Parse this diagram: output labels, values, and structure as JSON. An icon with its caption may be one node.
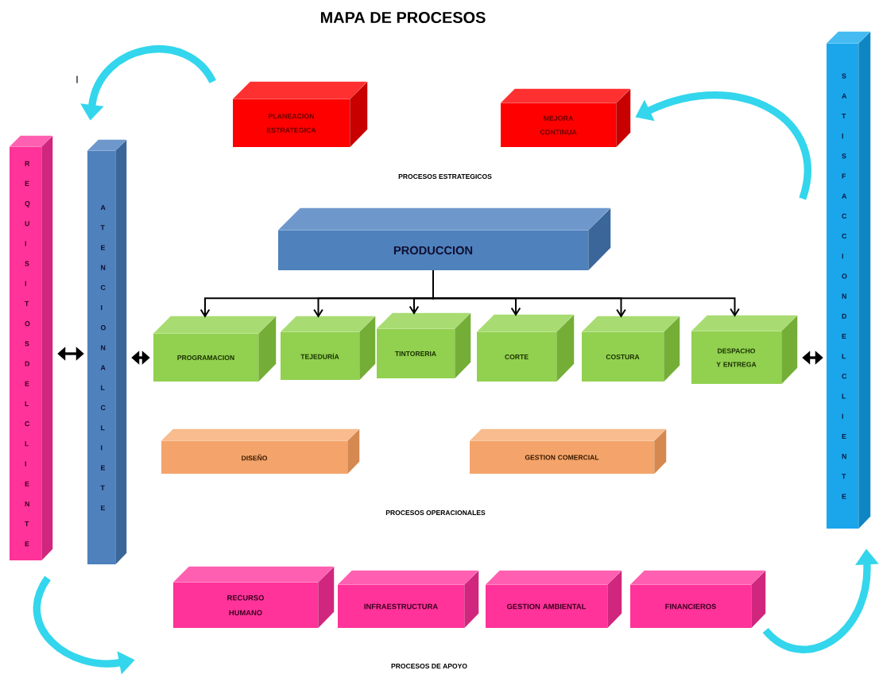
{
  "diagram": {
    "title": "MAPA DE PROCESOS",
    "nodes": [
      {
        "text": [
          "R E Q U I S I T O S D E L C L I E N T E"
        ]
      },
      {
        "text": [
          "A T E N C I O N A L C L I E T E"
        ]
      },
      {
        "text": [
          "PLANEACION ESTRATEGICA"
        ]
      },
      {
        "text": [
          "MEJORA CONTINUA"
        ]
      },
      {
        "text": [
          "S A T I S F A C C I O N D E L C L I E N T E"
        ]
      },
      {
        "text": [
          "PRODUCCION"
        ]
      },
      {
        "text": [
          "PROGRAMACION"
        ]
      },
      {
        "text": [
          "TEJEDURÍA"
        ]
      },
      {
        "text": [
          "TINTORERIA"
        ]
      },
      {
        "text": [
          "CORTE"
        ]
      },
      {
        "text": [
          "COSTURA"
        ]
      },
      {
        "text": [
          "DESPACHO Y ENTREGA"
        ]
      },
      {
        "text": [
          "DISEÑO"
        ]
      },
      {
        "text": [
          "GESTION COMERCIAL"
        ]
      },
      {
        "text": [
          "RECURSO HUMANO"
        ]
      },
      {
        "text": [
          "INFRAESTRUCTURA"
        ]
      },
      {
        "text": [
          "GESTION AMBIENTAL"
        ]
      },
      {
        "text": [
          "FINANCIEROS"
        ]
      }
    ],
    "edges": [
      {
        "from": 5,
        "to": 6,
        "arrow": "to"
      },
      {
        "from": 5,
        "to": 7,
        "arrow": "to"
      },
      {
        "from": 5,
        "to": 8,
        "arrow": "to"
      },
      {
        "from": 5,
        "to": 9,
        "arrow": "to"
      },
      {
        "from": 5,
        "to": 10,
        "arrow": "to"
      },
      {
        "from": 5,
        "to": 11,
        "arrow": "to"
      },
      {
        "from": 0,
        "to": 1,
        "arrow": "both"
      },
      {
        "from": 1,
        "to": 6,
        "arrow": "both"
      },
      {
        "from": 11,
        "to": 4,
        "arrow": "both"
      },
      {
        "from": 2,
        "to": 1,
        "arrow": "to",
        "style": "thick",
        "color": "#33d6ec"
      },
      {
        "from": 4,
        "to": 3,
        "arrow": "to",
        "style": "thick",
        "color": "#33d6ec"
      },
      {
        "from": 0,
        "to": 14,
        "arrow": "to",
        "style": "thick",
        "color": "#33d6ec"
      },
      {
        "from": 17,
        "to": 4,
        "arrow": "to",
        "style": "thick",
        "color": "#33d6ec"
      }
    ],
    "labels": [
      "I",
      "PROCESOS ESTRATEGICOS",
      "PROCESOS OPERACIONALES",
      "PROCESOS DE APOYO"
    ]
  }
}
